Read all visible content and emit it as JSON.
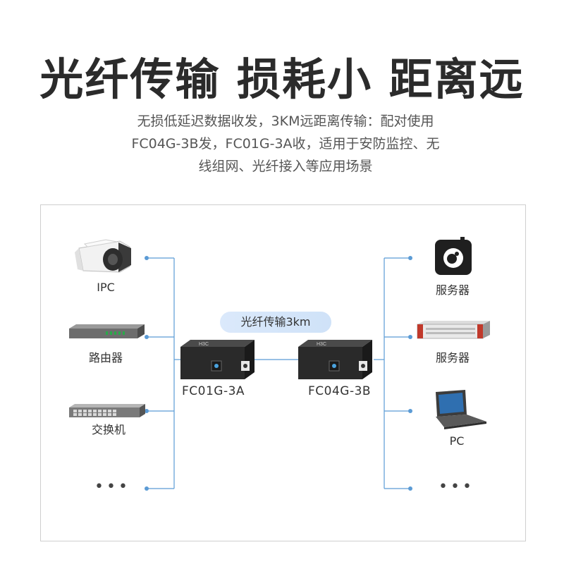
{
  "headline": "光纤传输 损耗小 距离远",
  "subtitle": {
    "line1": "无损低延迟数据收发，3KM远距离传输：配对使用",
    "line2": "FC04G-3B发，FC01G-3A收，适用于安防监控、无",
    "line3": "线组网、光纤接入等应用场景"
  },
  "diagram": {
    "link_label": "光纤传输3km",
    "left_devices": [
      "IPC",
      "路由器",
      "交换机",
      "..."
    ],
    "right_devices": [
      "服务器",
      "服务器",
      "PC",
      "..."
    ],
    "converter_left": "FC01G-3A",
    "converter_right": "FC04G-3B",
    "brand": "H3C",
    "line_color": "#5b9bd5"
  }
}
